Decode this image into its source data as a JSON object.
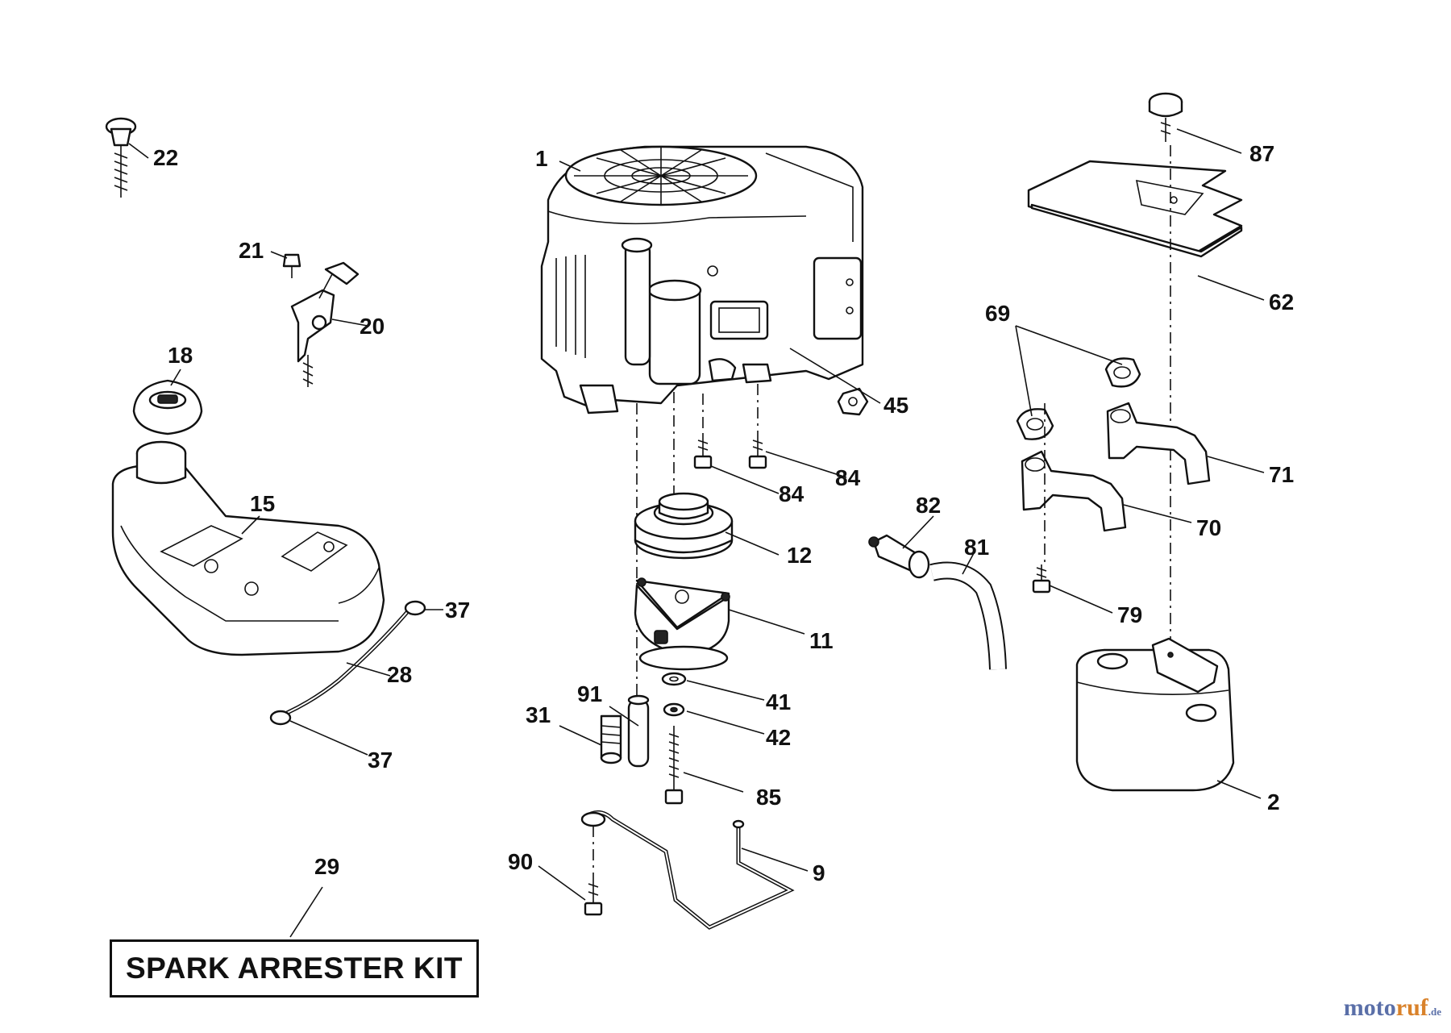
{
  "callouts": [
    {
      "id": "c1",
      "label": "1"
    },
    {
      "id": "c22",
      "label": "22"
    },
    {
      "id": "c21",
      "label": "21"
    },
    {
      "id": "c20",
      "label": "20"
    },
    {
      "id": "c18",
      "label": "18"
    },
    {
      "id": "c15",
      "label": "15"
    },
    {
      "id": "c37a",
      "label": "37"
    },
    {
      "id": "c28",
      "label": "28"
    },
    {
      "id": "c37b",
      "label": "37"
    },
    {
      "id": "c29",
      "label": "29"
    },
    {
      "id": "c45",
      "label": "45"
    },
    {
      "id": "c84a",
      "label": "84"
    },
    {
      "id": "c84b",
      "label": "84"
    },
    {
      "id": "c12",
      "label": "12"
    },
    {
      "id": "c11",
      "label": "11"
    },
    {
      "id": "c41",
      "label": "41"
    },
    {
      "id": "c42",
      "label": "42"
    },
    {
      "id": "c91",
      "label": "91"
    },
    {
      "id": "c31",
      "label": "31"
    },
    {
      "id": "c85",
      "label": "85"
    },
    {
      "id": "c90",
      "label": "90"
    },
    {
      "id": "c9",
      "label": "9"
    },
    {
      "id": "c82",
      "label": "82"
    },
    {
      "id": "c81",
      "label": "81"
    },
    {
      "id": "c87",
      "label": "87"
    },
    {
      "id": "c62",
      "label": "62"
    },
    {
      "id": "c69",
      "label": "69"
    },
    {
      "id": "c71",
      "label": "71"
    },
    {
      "id": "c70",
      "label": "70"
    },
    {
      "id": "c79",
      "label": "79"
    },
    {
      "id": "c2",
      "label": "2"
    }
  ],
  "kit": {
    "label": "SPARK ARRESTER KIT"
  },
  "watermark": {
    "part_a": "moto",
    "part_b": "ruf",
    "part_c": ".de"
  }
}
